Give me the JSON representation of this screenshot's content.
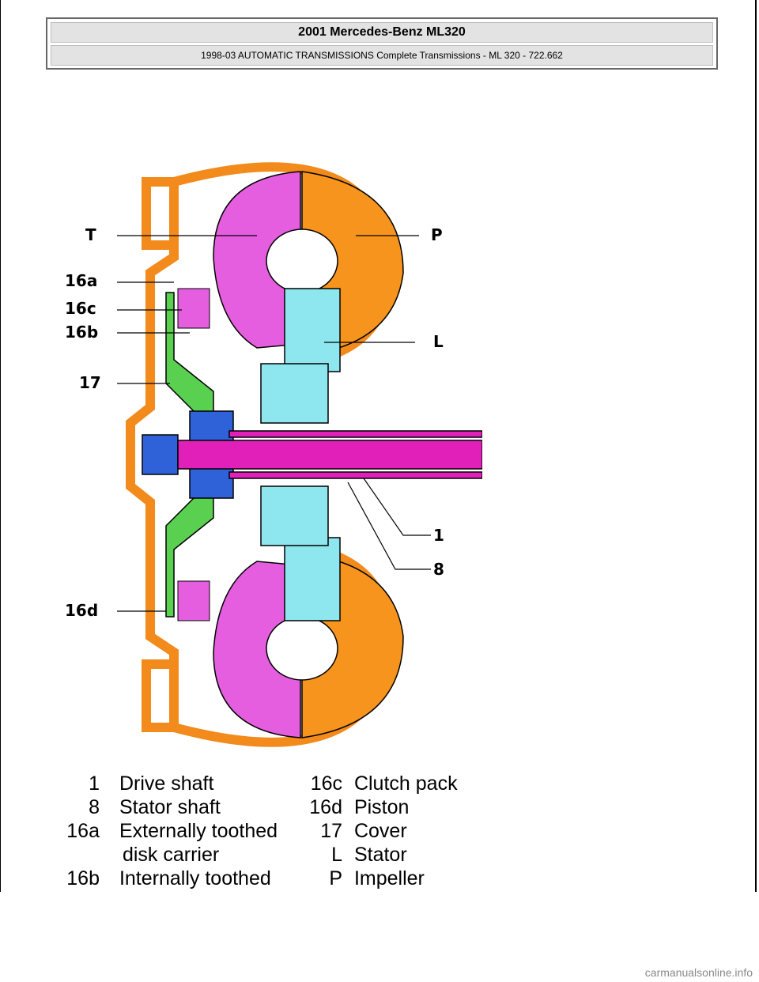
{
  "header": {
    "title": "2001 Mercedes-Benz ML320",
    "subtitle": "1998-03 AUTOMATIC TRANSMISSIONS Complete Transmissions - ML 320 - 722.662"
  },
  "callouts": {
    "T": "T",
    "P": "P",
    "a16": "16a",
    "c16": "16c",
    "b16": "16b",
    "L": "L",
    "n17": "17",
    "n1": "1",
    "n8": "8",
    "d16": "16d"
  },
  "legend": {
    "left": [
      {
        "num": "1",
        "text": "Drive shaft"
      },
      {
        "num": "8",
        "text": "Stator shaft"
      },
      {
        "num": "16a",
        "text": "Externally toothed"
      },
      {
        "num": "",
        "text": "disk carrier"
      },
      {
        "num": "16b",
        "text": "Internally toothed"
      }
    ],
    "right": [
      {
        "num": "16c",
        "text": "Clutch pack"
      },
      {
        "num": "16d",
        "text": "Piston"
      },
      {
        "num": "17",
        "text": "Cover"
      },
      {
        "num": "L",
        "text": "Stator"
      },
      {
        "num": "P",
        "text": "Impeller"
      }
    ]
  },
  "footer": {
    "site": "carmanualsonline.info"
  },
  "colors": {
    "impeller": "#f7941d",
    "turbine": "#e55ee0",
    "stator": "#8ee6ee",
    "shaft": "#e020b8",
    "piston": "#5ad050",
    "hub": "#2f62d8",
    "housing": "#f28a1c"
  }
}
